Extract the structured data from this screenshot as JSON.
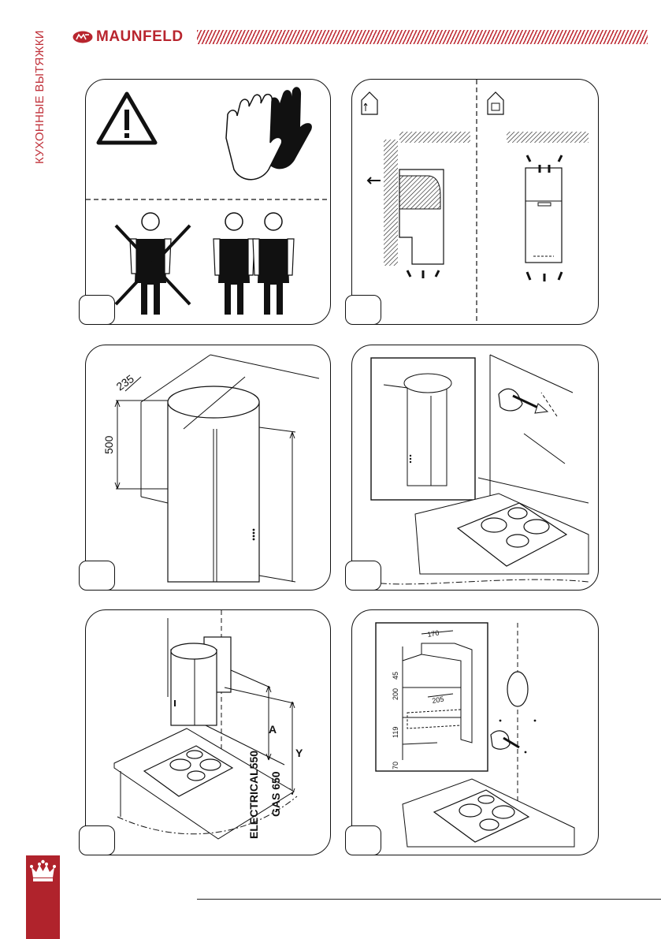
{
  "header": {
    "brand": "MAUNFELD",
    "section_title": "КУХОННЫЕ ВЫТЯЖКИ"
  },
  "colors": {
    "brand_red": "#b8252e",
    "band_red": "#b0232c",
    "ink": "#111111"
  },
  "icons": [
    "warning-icon",
    "gloves-icon",
    "worker-icon",
    "house-exhaust-icon",
    "house-recirculation-icon",
    "crown-icon",
    "hand-pencil-icon"
  ],
  "panels": {
    "p3": {
      "width": "235",
      "height": "500"
    },
    "p5": {
      "a_label": "A",
      "y_label": "Y",
      "electrical": "ELECTRICAL550",
      "gas": "GAS 650"
    },
    "p6": {
      "d170": "170",
      "d45": "45",
      "d200": "200",
      "d205": "205",
      "d119": "119",
      "d70": "70"
    }
  }
}
